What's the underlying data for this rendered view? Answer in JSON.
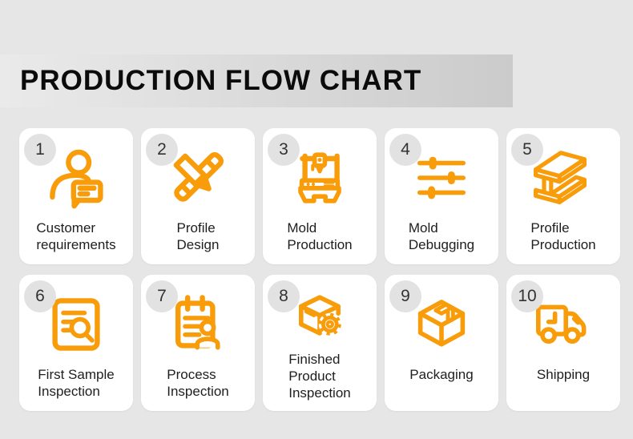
{
  "title": "PRODUCTION FLOW CHART",
  "theme": {
    "accent": "#F89C0A",
    "background": "#e6e6e6",
    "card_background": "#ffffff",
    "number_badge_background": "#e2e2e2",
    "banner_gradient_from": "#eaeaea",
    "banner_gradient_to": "#cbcbcb",
    "text_color": "#1e1e1e"
  },
  "steps": [
    {
      "number": "1",
      "label": "Customer requirements",
      "label_lines": [
        "Customer",
        "requirements"
      ],
      "icon": "person-message-icon"
    },
    {
      "number": "2",
      "label": "Profile Design",
      "label_lines": [
        "Profile",
        "Design"
      ],
      "icon": "crossed-pens-icon"
    },
    {
      "number": "3",
      "label": "Mold Production",
      "label_lines": [
        "Mold",
        "Production"
      ],
      "icon": "milling-machine-icon"
    },
    {
      "number": "4",
      "label": "Mold Debugging",
      "label_lines": [
        "Mold",
        "Debugging"
      ],
      "icon": "sliders-icon"
    },
    {
      "number": "5",
      "label": "Profile Production",
      "label_lines": [
        "Profile",
        "Production"
      ],
      "icon": "steel-beam-icon"
    },
    {
      "number": "6",
      "label": "First Sample Inspection",
      "label_lines": [
        "First Sample",
        "Inspection"
      ],
      "icon": "document-magnifier-icon"
    },
    {
      "number": "7",
      "label": "Process Inspection",
      "label_lines": [
        "Process",
        "Inspection"
      ],
      "icon": "clipboard-person-icon"
    },
    {
      "number": "8",
      "label": "Finished Product Inspection",
      "label_lines": [
        "Finished",
        "Product",
        "Inspection"
      ],
      "icon": "box-gear-icon"
    },
    {
      "number": "9",
      "label": "Packaging",
      "label_lines": [
        "Packaging"
      ],
      "icon": "package-box-icon"
    },
    {
      "number": "10",
      "label": "Shipping",
      "label_lines": [
        "Shipping"
      ],
      "icon": "delivery-truck-icon"
    }
  ]
}
